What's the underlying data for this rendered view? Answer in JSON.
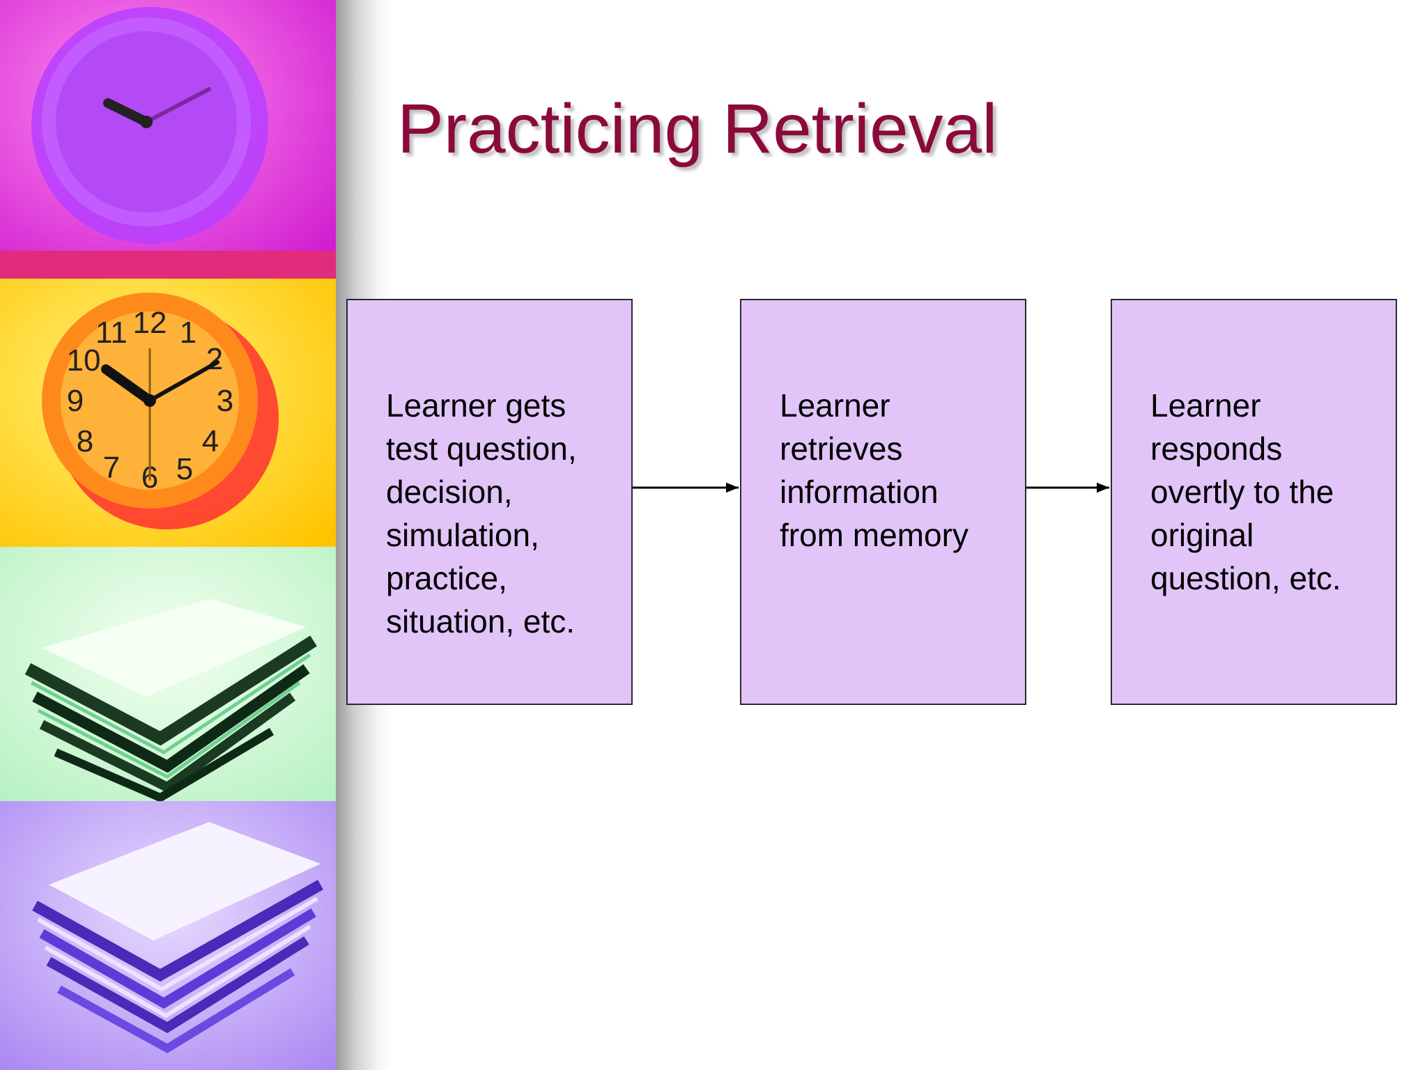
{
  "slide": {
    "title": "Practicing Retrieval"
  },
  "diagram": {
    "boxes": [
      {
        "lines": [
          "Learner gets",
          "test question,",
          "decision,",
          "simulation,",
          "practice,",
          "situation, etc."
        ]
      },
      {
        "lines": [
          "Learner",
          "retrieves",
          "information",
          "from memory"
        ]
      },
      {
        "lines": [
          "Learner",
          "responds",
          "overtly to the",
          "original",
          "question, etc."
        ]
      }
    ]
  },
  "colors": {
    "title": "#8b0a3b",
    "box_fill": "#e1c5f8",
    "box_border": "#2a2a2a"
  },
  "side_images": [
    "clock-magenta",
    "clock-yellow-orange",
    "papers-green",
    "papers-purple"
  ]
}
